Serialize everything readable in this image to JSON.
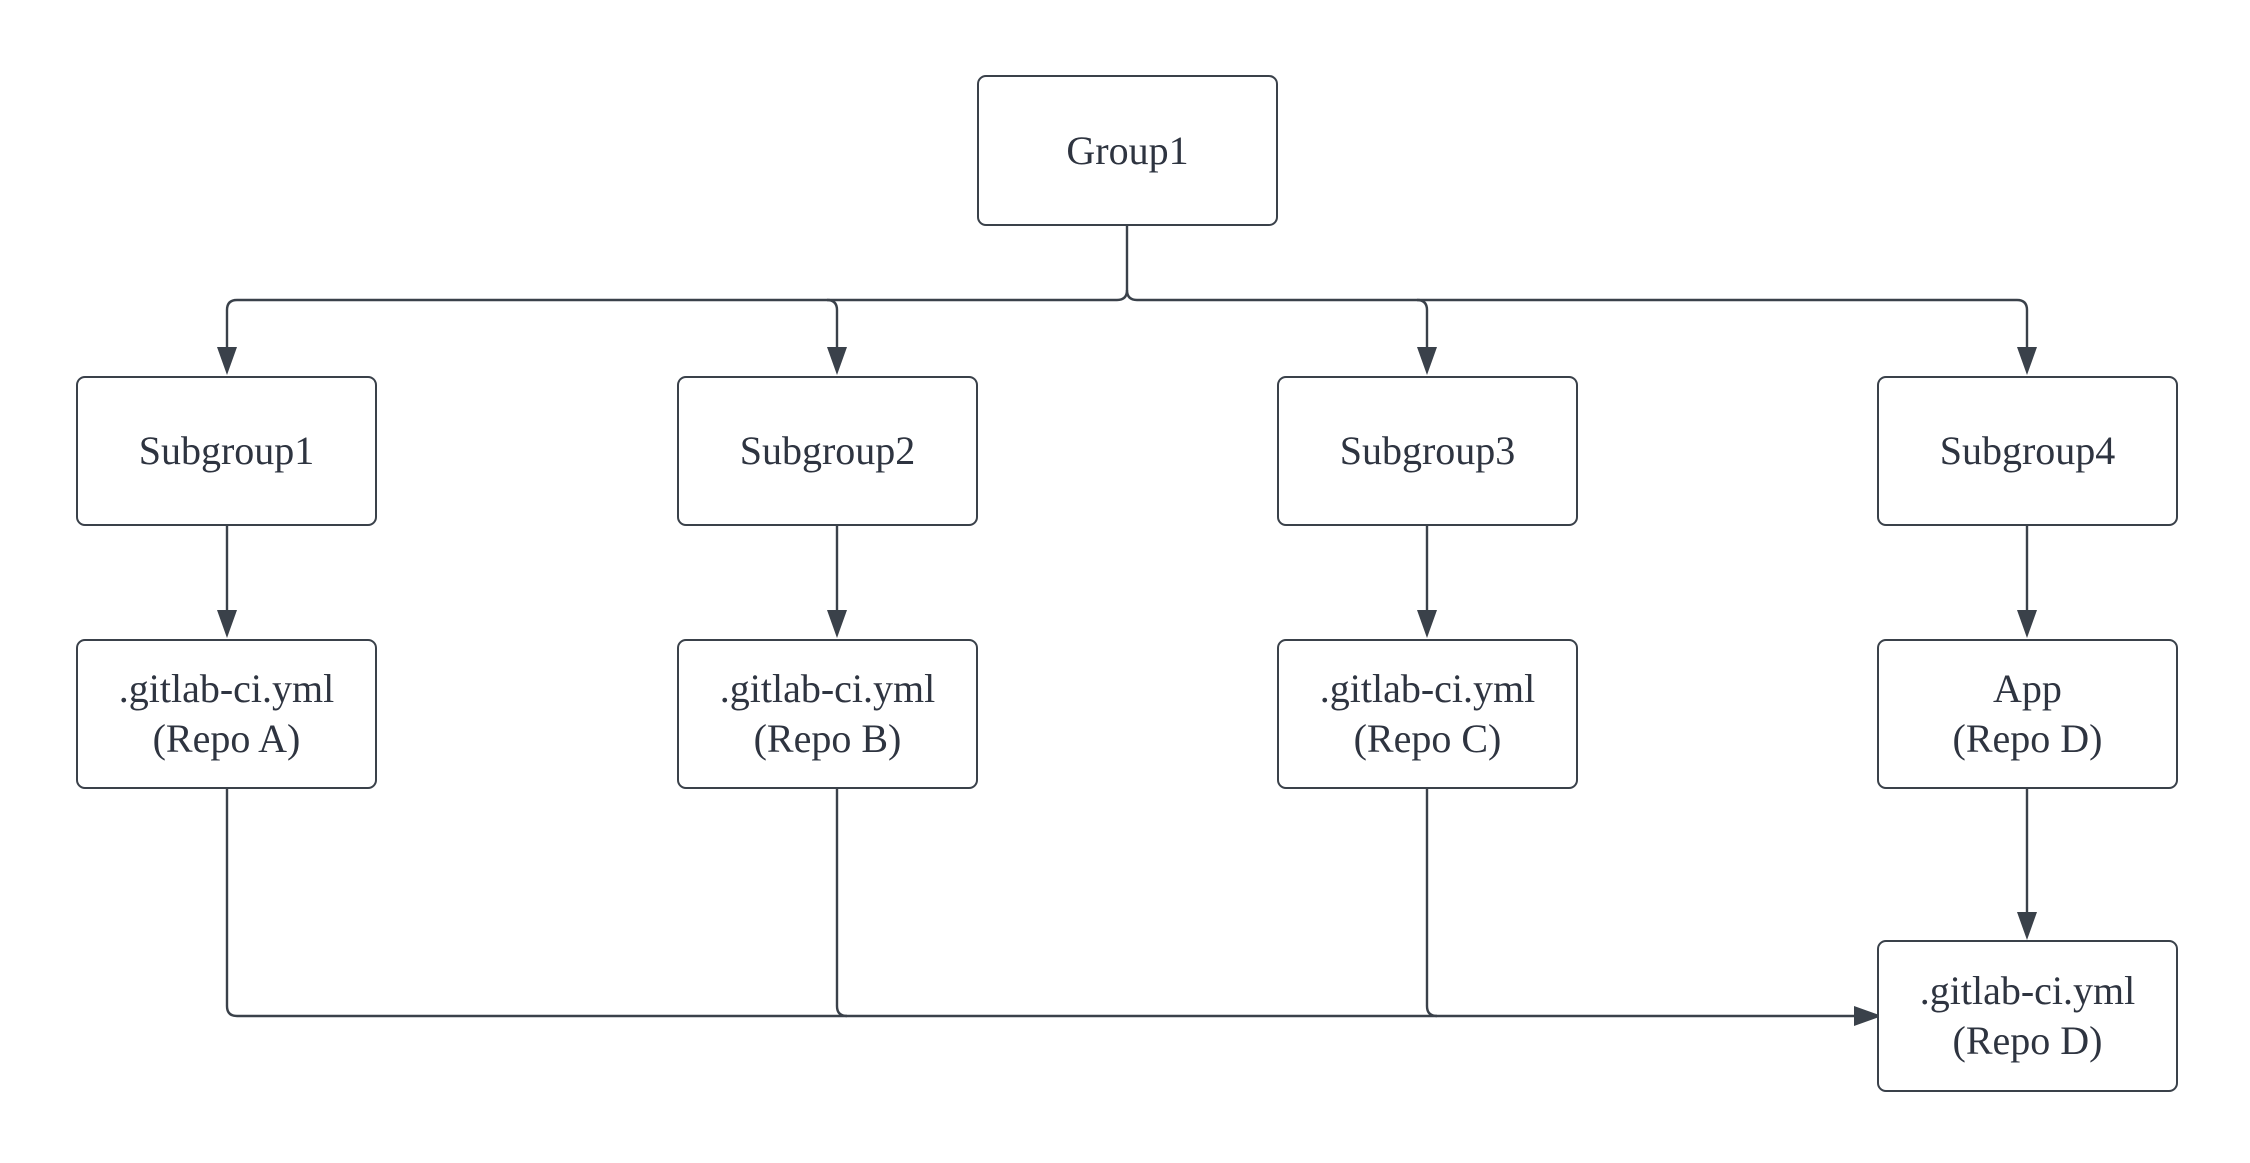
{
  "diagram": {
    "nodes": {
      "group1": {
        "line1": "Group1",
        "line2": ""
      },
      "subgroup1": {
        "line1": "Subgroup1",
        "line2": ""
      },
      "subgroup2": {
        "line1": "Subgroup2",
        "line2": ""
      },
      "subgroup3": {
        "line1": "Subgroup3",
        "line2": ""
      },
      "subgroup4": {
        "line1": "Subgroup4",
        "line2": ""
      },
      "ci_repo_a": {
        "line1": ".gitlab-ci.yml",
        "line2": "(Repo A)"
      },
      "ci_repo_b": {
        "line1": ".gitlab-ci.yml",
        "line2": "(Repo B)"
      },
      "ci_repo_c": {
        "line1": ".gitlab-ci.yml",
        "line2": "(Repo C)"
      },
      "app_repo_d": {
        "line1": "App",
        "line2": "(Repo D)"
      },
      "ci_repo_d": {
        "line1": ".gitlab-ci.yml",
        "line2": "(Repo D)"
      }
    },
    "edges": [
      {
        "from": "group1",
        "to": "subgroup1"
      },
      {
        "from": "group1",
        "to": "subgroup2"
      },
      {
        "from": "group1",
        "to": "subgroup3"
      },
      {
        "from": "group1",
        "to": "subgroup4"
      },
      {
        "from": "subgroup1",
        "to": "ci_repo_a"
      },
      {
        "from": "subgroup2",
        "to": "ci_repo_b"
      },
      {
        "from": "subgroup3",
        "to": "ci_repo_c"
      },
      {
        "from": "subgroup4",
        "to": "app_repo_d"
      },
      {
        "from": "app_repo_d",
        "to": "ci_repo_d"
      },
      {
        "from": "ci_repo_a",
        "to": "ci_repo_d"
      },
      {
        "from": "ci_repo_b",
        "to": "ci_repo_d"
      },
      {
        "from": "ci_repo_c",
        "to": "ci_repo_d"
      }
    ],
    "colors": {
      "stroke": "#3a414a",
      "text": "#2e3440",
      "background": "#ffffff"
    }
  }
}
